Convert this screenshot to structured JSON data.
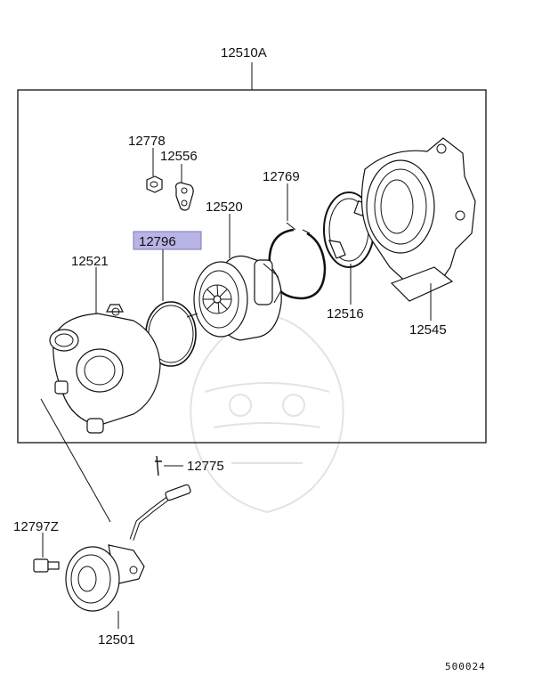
{
  "diagram": {
    "assembly_label": "12510A",
    "highlight_color": "#b9b4e6",
    "footer_code": "500024",
    "callouts": {
      "p12778": "12778",
      "p12556": "12556",
      "p12769": "12769",
      "p12520": "12520",
      "p12796": "12796",
      "p12521": "12521",
      "p12516": "12516",
      "p12545": "12545",
      "p12775": "12775",
      "p12797z": "12797Z",
      "p12501": "12501"
    }
  }
}
